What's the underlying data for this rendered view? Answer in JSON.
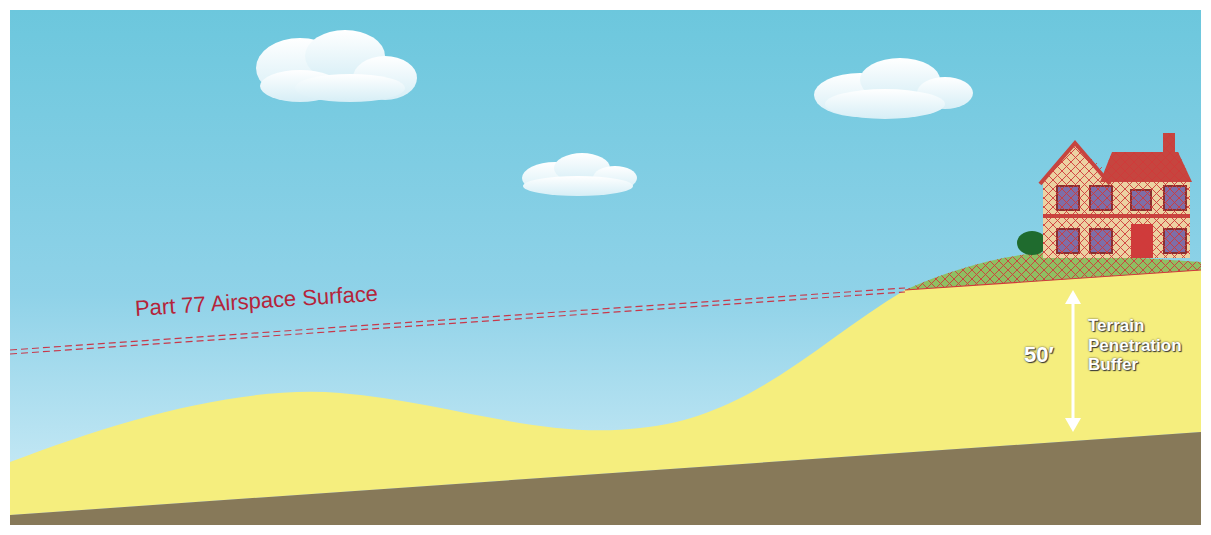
{
  "diagram": {
    "labels": [
      "Part 77 Airspace Surface",
      "50′",
      "Terrain Penetration Buffer"
    ]
  }
}
